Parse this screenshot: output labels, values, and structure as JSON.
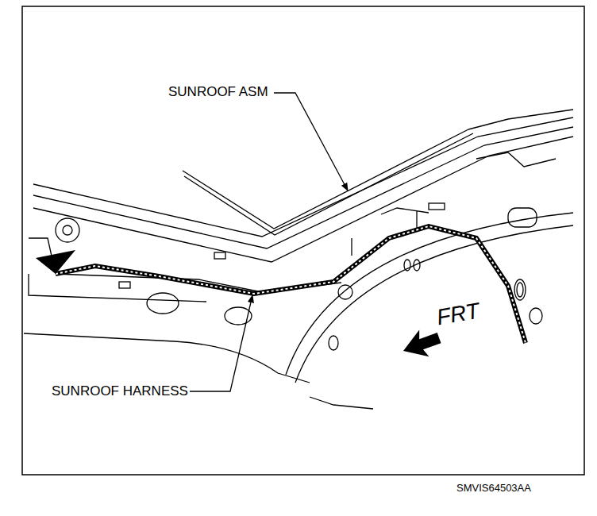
{
  "diagram": {
    "labels": [
      "SUNROOF ASM",
      "SUNROOF HARNESS",
      "FRT",
      "SMVIS64503AA"
    ]
  }
}
